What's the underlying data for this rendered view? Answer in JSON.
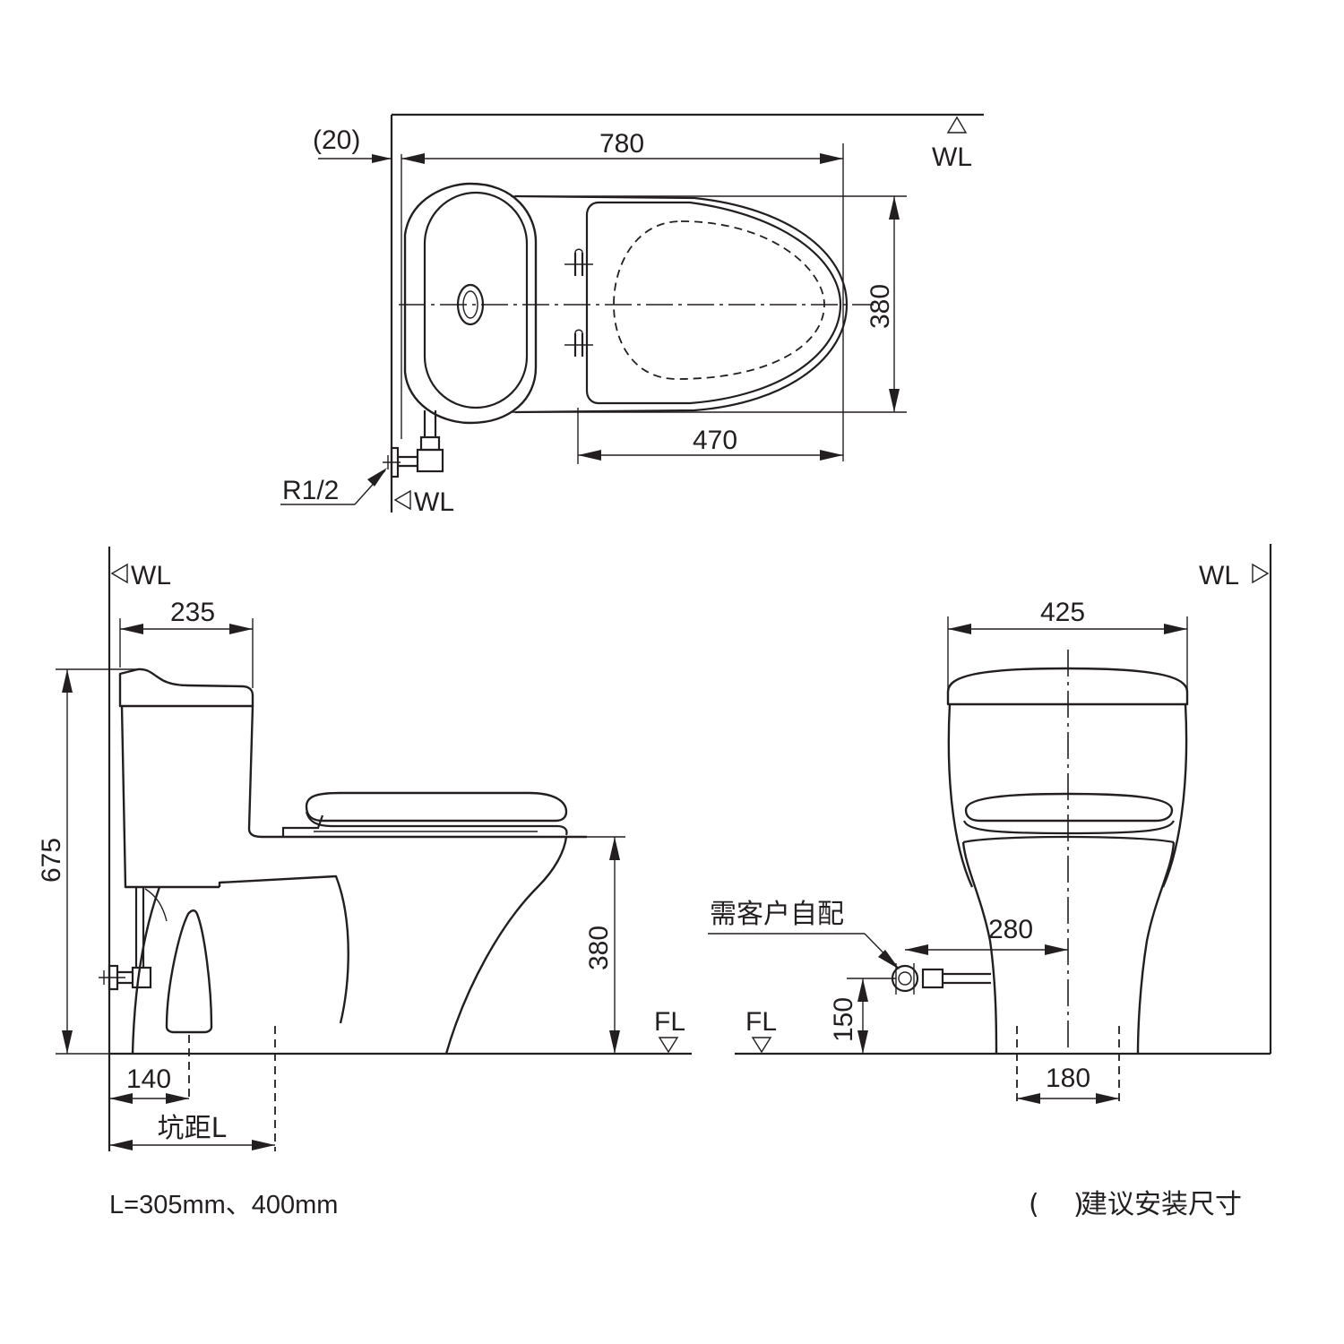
{
  "top_view": {
    "offset_label": "(20)",
    "length_label": "780",
    "width_label": "380",
    "bowl_length_label": "470",
    "thread_label": "R1/2",
    "wall_label_top": "WL",
    "wall_label_side": "WL"
  },
  "side_view": {
    "wall_label": "WL",
    "tank_depth_label": "235",
    "total_height_label": "675",
    "seat_height_label": "380",
    "floor_label": "FL",
    "inlet_offset_label": "140",
    "rough_in_label": "坑距L"
  },
  "front_view": {
    "wall_label": "WL",
    "width_label": "425",
    "supply_note": "需客户自配",
    "supply_offset_label": "280",
    "supply_height_label": "150",
    "floor_label": "FL",
    "base_width_label": "180"
  },
  "notes": {
    "rough_in_values": "L=305mm、400mm",
    "bracket_paren": "(    )",
    "bracket_text": "建议安装尺寸"
  }
}
